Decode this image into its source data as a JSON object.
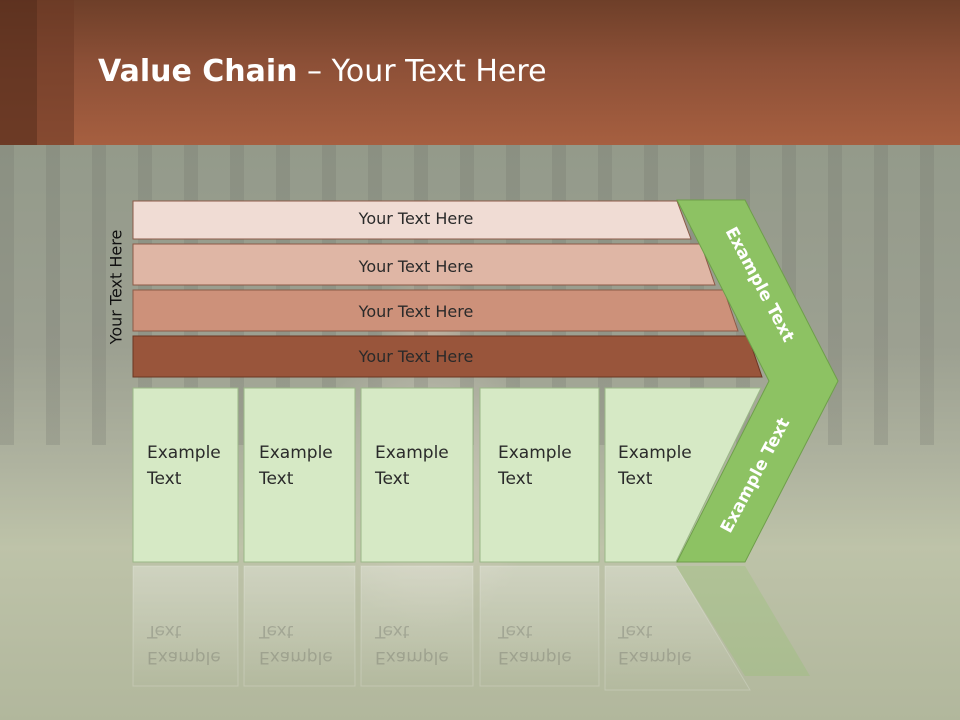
{
  "slide": {
    "title_bold": "Value Chain",
    "title_rest": " – Your Text Here",
    "side_label": "Your Text Here",
    "rows": [
      {
        "label": "Your Text Here",
        "color": "#f0dcd4"
      },
      {
        "label": "Your Text Here",
        "color": "#dfb6a5"
      },
      {
        "label": "Your Text Here",
        "color": "#cd917a"
      },
      {
        "label": "Your Text Here",
        "color": "#99553b"
      }
    ],
    "boxes": [
      {
        "line1": "Example",
        "line2": "Text"
      },
      {
        "line1": "Example",
        "line2": "Text"
      },
      {
        "line1": "Example",
        "line2": "Text"
      },
      {
        "line1": "Example",
        "line2": "Text"
      },
      {
        "line1": "Example",
        "line2": "Text"
      }
    ],
    "arrow_top_text": "Example Text",
    "arrow_bottom_text": "Example Text",
    "colors": {
      "box_fill": "#d6e9c5",
      "arrow_fill": "#8dc263",
      "header": "#a65f40"
    }
  }
}
